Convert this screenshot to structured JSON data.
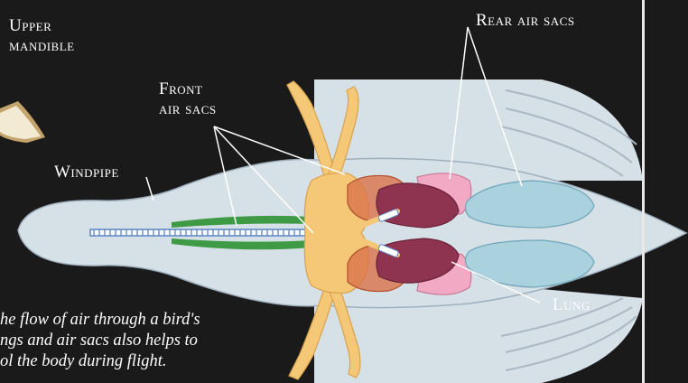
{
  "labels": {
    "upper_mandible_line1": "Upper",
    "upper_mandible_line2": "mandible",
    "rear_air_sacs": "Rear air sacs",
    "front_air_sacs_line1": "Front",
    "front_air_sacs_line2": "air sacs",
    "windpipe": "Windpipe",
    "lung": "Lung"
  },
  "caption": {
    "line1": "he flow of air through a bird's",
    "line2": "ngs and air sacs also helps to",
    "line3": "ol the body during flight."
  },
  "colors": {
    "background": "#1a1a1a",
    "body": "#d6e0e7",
    "skeleton": "#f5c878",
    "lung": "#8e3450",
    "front_air_sac": "#d9734a",
    "rear_air_sac_pink": "#f2a9c4",
    "rear_air_sac_blue": "#a9d1de",
    "windpipe_muscle": "#3f9a46",
    "windpipe": "#5a86c4"
  }
}
